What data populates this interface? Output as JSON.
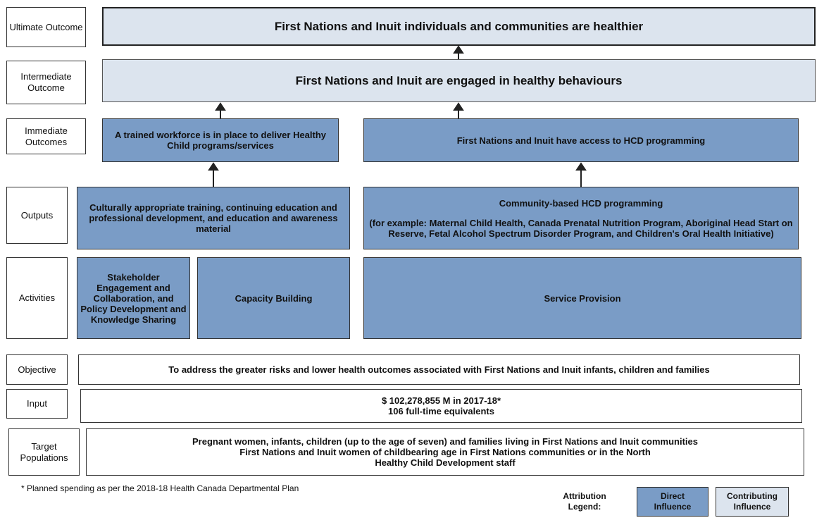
{
  "levels": {
    "ultimate": "Ultimate Outcome",
    "intermediate": "Intermediate Outcome",
    "immediate": "Immediate Outcomes",
    "outputs": "Outputs",
    "activities": "Activities",
    "objective": "Objective",
    "input": "Input",
    "target": "Target Populations"
  },
  "ultimate_outcome": "First Nations and Inuit individuals and communities are healthier",
  "intermediate_outcome": "First Nations and Inuit are engaged in healthy behaviours",
  "immediate_outcomes": [
    "A trained workforce is in place to deliver Healthy Child programs/services",
    "First Nations and Inuit have access to HCD programming"
  ],
  "outputs": {
    "training": "Culturally appropriate training, continuing education and professional development, and education and awareness material",
    "community_title": "Community-based HCD programming",
    "community_examples": "(for example: Maternal Child Health, Canada Prenatal Nutrition Program, Aboriginal Head Start on Reserve, Fetal Alcohol Spectrum Disorder Program, and Children's Oral Health Initiative)"
  },
  "activities": [
    "Stakeholder Engagement and Collaboration, and Policy Development and Knowledge Sharing",
    "Capacity Building",
    "Service Provision"
  ],
  "objective": "To address the greater risks and lower health outcomes associated with First Nations and Inuit infants, children and families",
  "input": {
    "line1": "$ 102,278,855 M in 2017-18*",
    "line2": "106 full-time equivalents"
  },
  "target_populations": [
    "Pregnant women, infants, children (up to the age of seven) and families living in First Nations and Inuit communities",
    "First Nations and Inuit women of childbearing age in First Nations communities or in the North",
    "Healthy Child Development staff"
  ],
  "footnote": "* Planned spending as per the 2018-18 Health Canada Departmental Plan",
  "legend": {
    "title": "Attribution Legend:",
    "direct": "Direct Influence",
    "contributing": "Contributing Influence"
  },
  "colors": {
    "direct": "#7a9cc6",
    "contributing": "#dce4ee"
  }
}
